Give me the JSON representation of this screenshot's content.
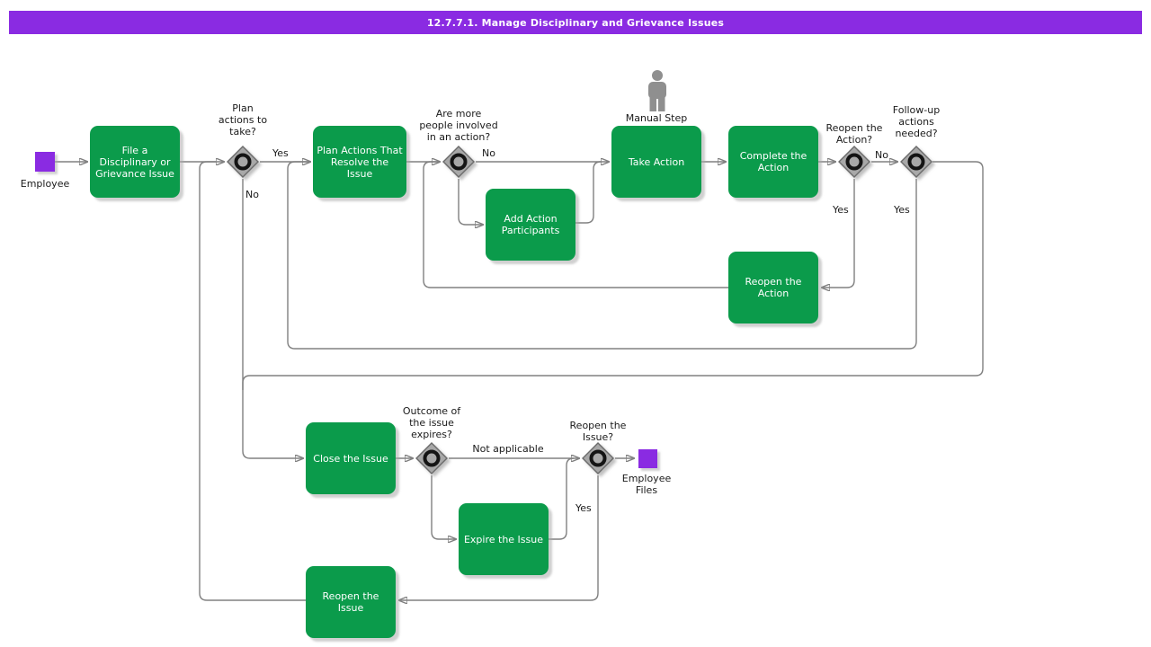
{
  "title": "12.7.7.1. Manage Disciplinary and Grievance Issues",
  "colors": {
    "title_bar_purple": "#8a2be2",
    "task_green": "#0b9b4b",
    "event_purple": "#8a2be2",
    "connector_gray": "#808080",
    "decision_gray": "#a8a8a8"
  },
  "events": {
    "start": {
      "label": "Employee"
    },
    "end": {
      "label": "Employee Files"
    }
  },
  "tasks": {
    "file_issue": {
      "label": "File a Disciplinary or Grievance Issue"
    },
    "plan_actions": {
      "label": "Plan Actions That Resolve the Issue"
    },
    "add_participants": {
      "label": "Add Action Participants"
    },
    "take_action": {
      "label": "Take Action",
      "annotation": "Manual Step"
    },
    "complete_action": {
      "label": "Complete the Action"
    },
    "reopen_action": {
      "label": "Reopen the Action"
    },
    "close_issue": {
      "label": "Close the Issue"
    },
    "expire_issue": {
      "label": "Expire the Issue"
    },
    "reopen_issue": {
      "label": "Reopen the Issue"
    }
  },
  "decisions": {
    "plan": {
      "question": "Plan actions to take?",
      "yes_label": "Yes",
      "no_label": "No"
    },
    "more_people": {
      "question": "Are more people involved in an action?",
      "no_label": "No"
    },
    "reopen_action": {
      "question": "Reopen the Action?",
      "yes_label": "Yes",
      "no_label": "No"
    },
    "followup": {
      "question": "Follow-up actions needed?",
      "yes_label": "Yes"
    },
    "outcome": {
      "question": "Outcome of the issue expires?",
      "not_applicable_label": "Not applicable"
    },
    "reopen_issue": {
      "question": "Reopen the Issue?",
      "yes_label": "Yes"
    }
  }
}
